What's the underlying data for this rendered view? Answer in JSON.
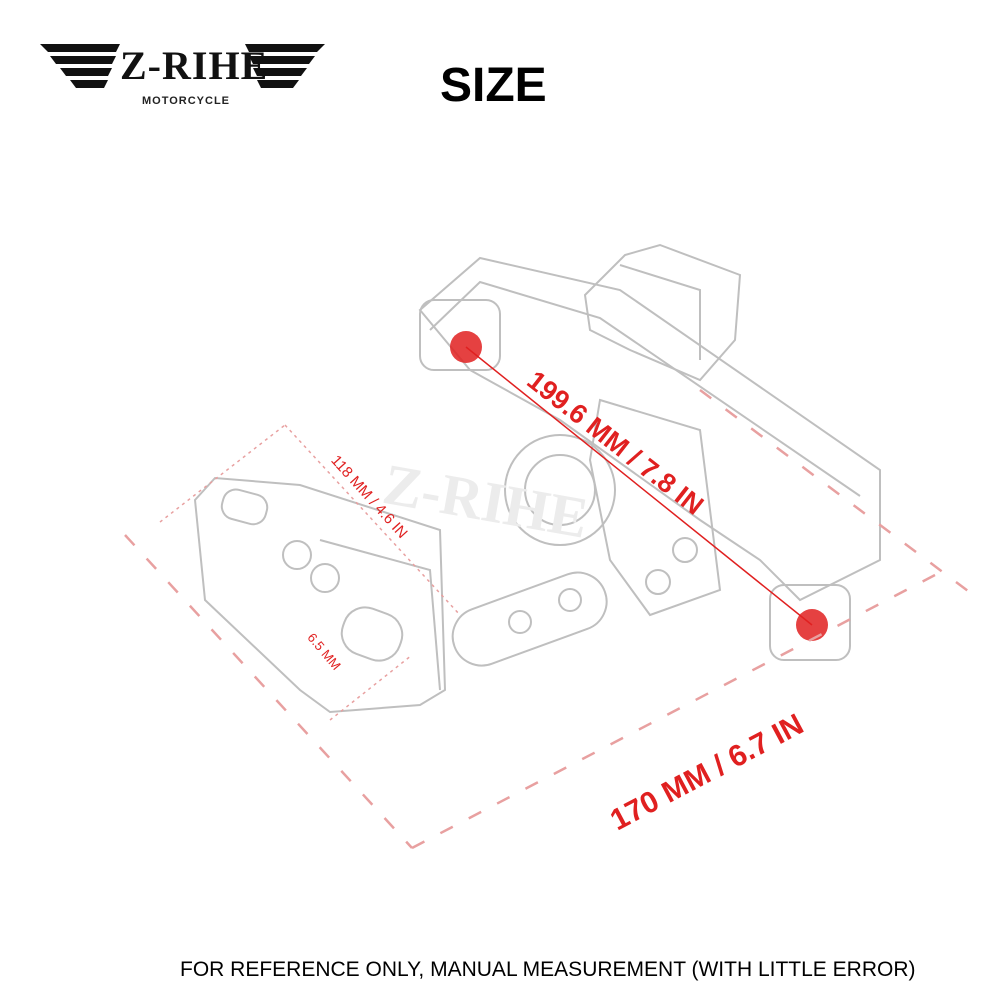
{
  "logo": {
    "brand": "Z-RIHE",
    "sub": "MOTORCYCLE",
    "watermark": "Z-RIHE"
  },
  "title": "SIZE",
  "dimensions": {
    "diagonal": "199.6 MM / 7.8 IN",
    "width": "170 MM / 6.7 IN",
    "plate_height": "118 MM / 4.6 IN",
    "slot": "6.5 MM"
  },
  "footer": "FOR REFERENCE ONLY, MANUAL MEASUREMENT (WITH LITTLE ERROR)",
  "colors": {
    "accent": "#e02020",
    "line": "#bfbfbf",
    "text": "#000000"
  }
}
